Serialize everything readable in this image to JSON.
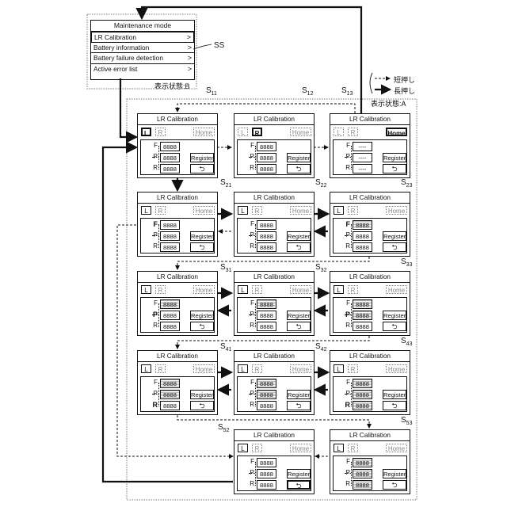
{
  "menu": {
    "title": "Maintenance mode",
    "items": [
      {
        "label": "LR Calibration",
        "selected": true
      },
      {
        "label": "Battery information",
        "selected": false
      },
      {
        "label": "Battery failure detection",
        "selected": false
      },
      {
        "label": "Active error list",
        "selected": false
      }
    ],
    "arrow": ">"
  },
  "labels": {
    "ss": "SS",
    "state_b": "表示状態:B",
    "state_a": "表示状態:A",
    "legend_short": "短押し",
    "legend_long": "長押し"
  },
  "screens": [
    {
      "id": "S11",
      "num": "11",
      "title": "LR Calibration",
      "tabs": {
        "L": "on-bold",
        "R": "dim",
        "Home": "dim"
      },
      "values": [
        "8888",
        "8888",
        "8888"
      ],
      "hatch": [
        false,
        false,
        false
      ],
      "valsel": null,
      "bold_row": null,
      "register": "Register",
      "back": "⮌",
      "back_sel": false,
      "dotrow": "P",
      "blank": false
    },
    {
      "id": "S12",
      "num": "12",
      "title": "LR Calibration",
      "tabs": {
        "L": "dim",
        "R": "on-bold",
        "Home": "dim"
      },
      "values": [
        "8888",
        "8888",
        "8888"
      ],
      "hatch": [
        false,
        false,
        false
      ],
      "valsel": null,
      "bold_row": null,
      "register": "Register",
      "back": "⮌",
      "back_sel": false,
      "dotrow": "P",
      "blank": false
    },
    {
      "id": "S13",
      "num": "13",
      "title": "LR Calibration",
      "tabs": {
        "L": "dim",
        "R": "dim",
        "Home": "on-bold"
      },
      "values": [
        "----",
        "----",
        "----"
      ],
      "hatch": [
        false,
        false,
        false
      ],
      "valsel": null,
      "bold_row": null,
      "register": "Register",
      "back": "⮌",
      "back_sel": false,
      "dotrow": "P",
      "blank": true
    },
    {
      "id": "S21",
      "num": "21",
      "title": "LR Calibration",
      "tabs": {
        "L": "on",
        "R": "dim",
        "Home": "dim"
      },
      "values": [
        "8888",
        "8888",
        "8888"
      ],
      "hatch": [
        false,
        false,
        false
      ],
      "valsel": null,
      "bold_row": "F",
      "register": "Register",
      "back": "⮌",
      "back_sel": false,
      "dotrow": "P",
      "blank": false
    },
    {
      "id": "S22",
      "num": "22",
      "title": "LR Calibration",
      "tabs": {
        "L": "on",
        "R": "dim",
        "Home": "dim"
      },
      "values": [
        "8888",
        "8888",
        "8888"
      ],
      "hatch": [
        false,
        false,
        false
      ],
      "valsel": 0,
      "bold_row": null,
      "register": "Register",
      "back": "⮌",
      "back_sel": false,
      "dotrow": "P",
      "blank": false
    },
    {
      "id": "S23",
      "num": "23",
      "title": "LR Calibration",
      "tabs": {
        "L": "on",
        "R": "dim",
        "Home": "dim"
      },
      "values": [
        "8888",
        "8888",
        "8888"
      ],
      "hatch": [
        true,
        false,
        false
      ],
      "valsel": null,
      "bold_row": "F",
      "register": "Register",
      "back": "⮌",
      "back_sel": false,
      "dotrow": "P",
      "blank": false
    },
    {
      "id": "S31",
      "num": "31",
      "title": "LR Calibration",
      "tabs": {
        "L": "on",
        "R": "dim",
        "Home": "dim"
      },
      "values": [
        "8888",
        "8888",
        "8888"
      ],
      "hatch": [
        true,
        false,
        false
      ],
      "valsel": null,
      "bold_row": "P",
      "register": "Register",
      "back": "⮌",
      "back_sel": false,
      "dotrow": "P",
      "blank": false
    },
    {
      "id": "S32",
      "num": "32",
      "title": "LR Calibration",
      "tabs": {
        "L": "on",
        "R": "dim",
        "Home": "dim"
      },
      "values": [
        "8888",
        "8888",
        "8888"
      ],
      "hatch": [
        true,
        false,
        false
      ],
      "valsel": 1,
      "bold_row": null,
      "register": "Register",
      "back": "⮌",
      "back_sel": false,
      "dotrow": "P",
      "blank": false
    },
    {
      "id": "S33",
      "num": "33",
      "title": "LR Calibration",
      "tabs": {
        "L": "on",
        "R": "dim",
        "Home": "dim"
      },
      "values": [
        "8888",
        "8888",
        "8888"
      ],
      "hatch": [
        true,
        true,
        false
      ],
      "valsel": null,
      "bold_row": "P",
      "register": "Register",
      "back": "⮌",
      "back_sel": false,
      "dotrow": "P",
      "blank": false
    },
    {
      "id": "S41",
      "num": "41",
      "title": "LR Calibration",
      "tabs": {
        "L": "on",
        "R": "dim",
        "Home": "dim"
      },
      "values": [
        "8888",
        "8888",
        "8888"
      ],
      "hatch": [
        true,
        true,
        false
      ],
      "valsel": null,
      "bold_row": "R",
      "register": "Register",
      "back": "⮌",
      "back_sel": false,
      "dotrow": "P",
      "blank": false
    },
    {
      "id": "S42",
      "num": "42",
      "title": "LR Calibration",
      "tabs": {
        "L": "on",
        "R": "dim",
        "Home": "dim"
      },
      "values": [
        "8888",
        "8888",
        "8888"
      ],
      "hatch": [
        true,
        true,
        false
      ],
      "valsel": 2,
      "bold_row": null,
      "register": "Register",
      "back": "⮌",
      "back_sel": false,
      "dotrow": "P",
      "blank": false
    },
    {
      "id": "S43",
      "num": "43",
      "title": "LR Calibration",
      "tabs": {
        "L": "on",
        "R": "dim",
        "Home": "dim"
      },
      "values": [
        "8888",
        "8888",
        "8888"
      ],
      "hatch": [
        true,
        true,
        true
      ],
      "valsel": null,
      "bold_row": "R",
      "register": "Register",
      "back": "⮌",
      "back_sel": false,
      "dotrow": "P",
      "blank": false
    },
    {
      "id": "S52",
      "num": "52",
      "title": "LR Calibration",
      "tabs": {
        "L": "on",
        "R": "dim",
        "Home": "dim"
      },
      "values": [
        "8888",
        "8888",
        "8888"
      ],
      "hatch": [
        false,
        false,
        false
      ],
      "valsel": null,
      "bold_row": null,
      "register": "Register",
      "back": "⮌",
      "back_sel": true,
      "dotrow": "P",
      "blank": false
    },
    {
      "id": "S53",
      "num": "53",
      "title": "LR Calibration",
      "tabs": {
        "L": "on",
        "R": "dim",
        "Home": "dim"
      },
      "values": [
        "8888",
        "8888",
        "8888"
      ],
      "hatch": [
        true,
        true,
        true
      ],
      "valsel": null,
      "bold_row": null,
      "register": "Register",
      "back": "⮌",
      "back_sel": false,
      "dotrow": "P",
      "blank": false
    }
  ],
  "row_letters": [
    "F",
    "P",
    "R"
  ],
  "tab_letters": {
    "L": "L",
    "R": "R",
    "Home": "Home"
  }
}
